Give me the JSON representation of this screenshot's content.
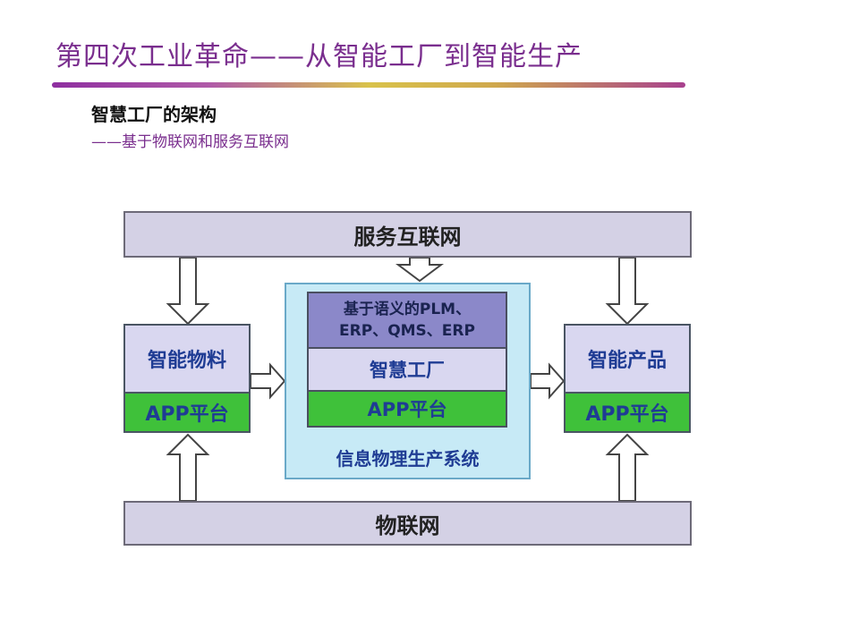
{
  "slide": {
    "title": "第四次工业革命——从智能工厂到智能生产",
    "subtitle": "智慧工厂的架构",
    "subtitle2": "——基于物联网和服务互联网"
  },
  "diagram": {
    "top_band": "服务互联网",
    "bottom_band": "物联网",
    "left_top": "智能物料",
    "left_app": "APP平台",
    "right_top": "智能产品",
    "right_app": "APP平台",
    "center_semantic_line1": "基于语义的PLM、",
    "center_semantic_line2": "ERP、QMS、ERP",
    "center_factory": "智慧工厂",
    "center_app": "APP平台",
    "center_outer_label": "信息物理生产系统"
  },
  "colors": {
    "title": "#7a2e8e",
    "band_fill": "#d4d1e5",
    "app_green": "#3fc13a",
    "center_fill": "#c7eaf6",
    "label_blue": "#1f3c94"
  }
}
